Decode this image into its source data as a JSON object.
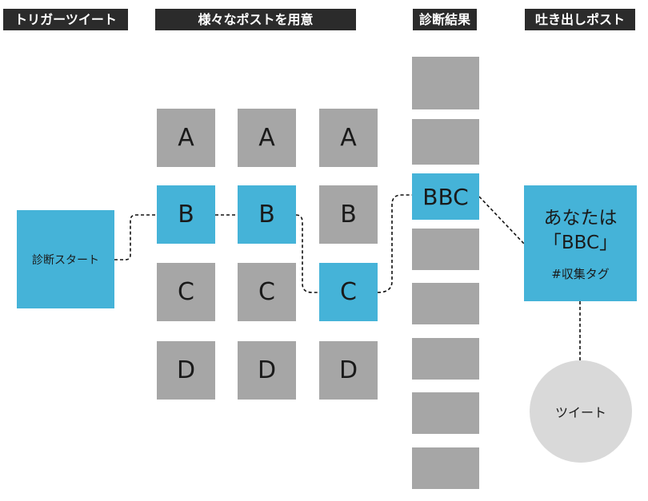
{
  "headers": {
    "trigger": "トリガーツイート",
    "prepare": "様々なポストを用意",
    "result": "診断結果",
    "output": "吐き出しポスト"
  },
  "start_label": "診断スタート",
  "columns": [
    {
      "options": [
        "A",
        "B",
        "C",
        "D"
      ],
      "selected": "B"
    },
    {
      "options": [
        "A",
        "B",
        "C",
        "D"
      ],
      "selected": "B"
    },
    {
      "options": [
        "A",
        "B",
        "C",
        "D"
      ],
      "selected": "C"
    }
  ],
  "result": {
    "label": "BBC"
  },
  "output_post": {
    "line1": "あなたは",
    "line2": "「BBC」",
    "tag": "#収集タグ"
  },
  "tweet_label": "ツイート",
  "colors": {
    "selected": "#45b3d8",
    "unselected": "#a6a6a6",
    "header": "#2b2b2b",
    "tweet": "#d9d9d9"
  }
}
